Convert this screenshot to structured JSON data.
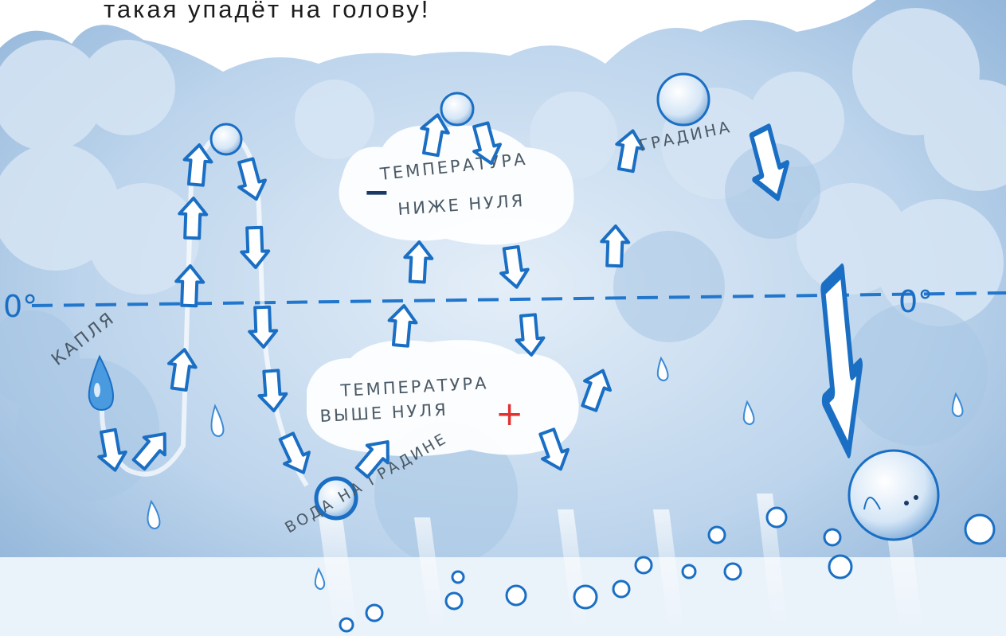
{
  "caption": "такая упадёт на голову!",
  "labels": {
    "zero_left": "0°",
    "zero_right": "0°",
    "drop": "КАПЛЯ",
    "cold_zone_line1": "ТЕМПЕРАТУРА",
    "cold_zone_line2": "НИЖЕ НУЛЯ",
    "cold_sign": "−",
    "warm_zone_line1": "ТЕМПЕРАТУРА",
    "warm_zone_line2": "ВЫШЕ НУЛЯ",
    "warm_sign": "+",
    "water_on_hail": "ВОДА НА ГРАДИНЕ",
    "hailstone": "ГРАДИНА"
  },
  "colors": {
    "cloud": "#c8dcef",
    "cloud_dark": "#8fb3d8",
    "arrow_stroke": "#1a6fc4",
    "arrow_fill": "#ffffff",
    "dashed_line": "#2277cc",
    "plus": "#e03030"
  }
}
